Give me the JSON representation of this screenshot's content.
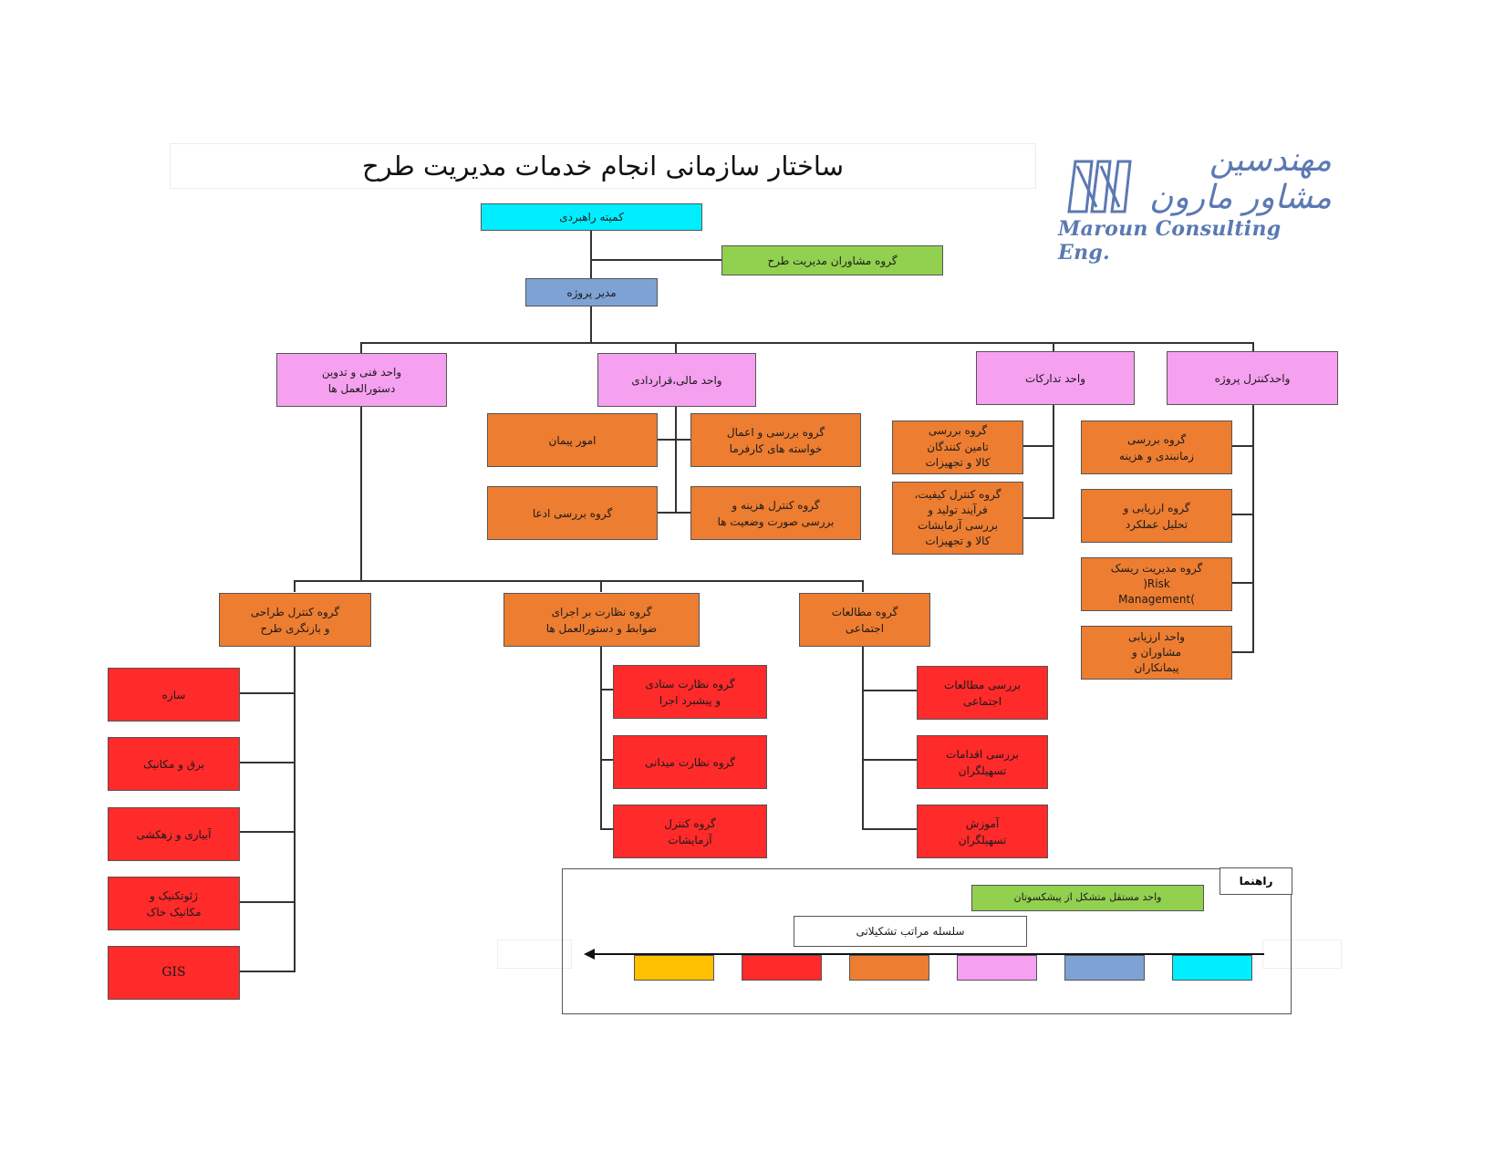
{
  "title": "ساختار سازمانی انجام خدمات مدیریت طرح",
  "logo": {
    "persian": "مهندسین مشاور مارون",
    "english": "Maroun Consulting Eng."
  },
  "nodes": {
    "steering": "کمیته راهبردی",
    "advisors": "گروه مشاوران مدیریت طرح",
    "pm": "مدیر پروژه",
    "technical": "واحد فنی و تدوین\nدستورالعمل ها",
    "financial": "واحد مالی،قراردادی",
    "procurement": "واحد تدارکات",
    "control": "واحدکنترل پروژه",
    "contracts": "امور پیمان",
    "requests": "گروه بررسی و اعمال\nخواسته های کارفرما",
    "claims": "گروه بررسی ادعا",
    "cost": "گروه کنترل هزینه و\nبررسی صورت وضعیت ها",
    "suppliers": "گروه بررسی\nتامین کنندگان\nکالا و تجهیزات",
    "quality": "گروه کنترل کیفیت،\nفرآیند تولید و\nبررسی آزمایشات\nکالا و تجهیزات",
    "schedule": "گروه بررسی\nزمانبندی و هزینه",
    "performance": "گروه ارزیابی و\nتحلیل عملکرد",
    "risk": "گروه مدیریت ریسک\nRisk(\n)Management",
    "evaluation": "واحد ارزیابی\nمشاوران و\nپیمانکاران",
    "design": "گروه کنترل طراحی\nو بازنگری طرح",
    "supervision": "گروه نظارت بر اجرای\nضوابط و دستورالعمل ها",
    "social": "گروه مطالعات\nاجتماعی",
    "structure": "سازه",
    "electrical": "برق و مکانیک",
    "irrigation": "آبیاری و زهکشی",
    "geotech": "ژئوتکنیک و\nمکانیک خاک",
    "gis": "GIS",
    "staff_sup": "گروه نظارت ستادی\nو پیشبرد اجرا",
    "field_sup": "گروه نظارت میدانی",
    "tests": "گروه کنترل\nآزمایشات",
    "social_study": "بررسی مطالعات\nاجتماعی",
    "facilitators": "بررسی اقدامات\nتسهیلگران",
    "training": "آموزش\nتسهیلگران"
  },
  "legend": {
    "title": "راهنما",
    "independent_unit": "واحد مستقل متشکل از پیشکسوتان",
    "hierarchy": "سلسله مراتب تشکیلاتی",
    "hierarchy_colors": [
      "#ffc000",
      "#ff2a2a",
      "#ed7d31",
      "#f6a0f0",
      "#7ea2d4",
      "#00eeff"
    ]
  }
}
